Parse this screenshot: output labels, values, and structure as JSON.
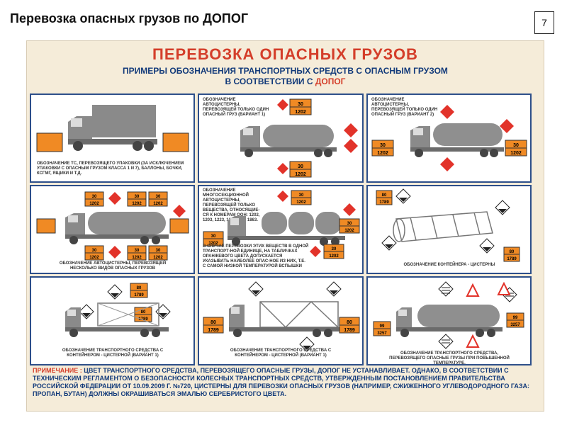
{
  "slide": {
    "title": "Перевозка опасных грузов по ДОПОГ",
    "page_number": "7"
  },
  "poster": {
    "title": "ПЕРЕВОЗКА ОПАСНЫХ ГРУЗОВ",
    "subtitle_line1": "ПРИМЕРЫ ОБОЗНАЧЕНИЯ ТРАНСПОРТНЫХ СРЕДСТВ С ОПАСНЫМ ГРУЗОМ",
    "subtitle_line2_prefix": "В СООТВЕТСТВИИ С",
    "subtitle_line2_red": "ДОПОГ",
    "panels": [
      {
        "caption": "ОБОЗНАЧЕНИЕ ТС, ПЕРЕВОЗЯЩЕГО УПАКОВКИ (ЗА ИСКЛЮЧЕНИЕМ УПАКОВКИ С ОПАСНЫМ ГРУЗОМ КЛАССА 1 И 7), БАЛЛОНЫ, БОЧКИ, КСГМГ, ЯЩИКИ И Т.Д."
      },
      {
        "caption": "ОБОЗНАЧЕНИЕ АВТОЦИСТЕРНЫ, ПЕРЕВОЗЯЩЕЙ ТОЛЬКО ОДИН ОПАСНЫЙ ГРУЗ (ВАРИАНТ 1)"
      },
      {
        "caption": "ОБОЗНАЧЕНИЕ АВТОЦИСТЕРНЫ, ПЕРЕВОЗЯЩЕЙ ТОЛЬКО ОДИН ОПАСНЫЙ ГРУЗ (ВАРИАНТ 2)"
      },
      {
        "caption": "ОБОЗНАЧЕНИЕ АВТОЦИСТЕРНЫ, ПЕРЕВОЗЯЩЕЙ НЕСКОЛЬКО ВИДОВ ОПАСНЫХ ГРУЗОВ"
      },
      {
        "caption_top": "ОБОЗНАЧЕНИЕ МНОГОСЕКЦИОННОЙ АВТОЦИСТЕРНЫ, ПЕРЕВОЗЯЩЕЙ ТОЛЬКО ВЕЩЕСТВА, ОТНОСЯЩИЕ-СЯ К НОМЕРАМ ООН: 1202, 1203, 1223, 1268 ИЛИ 1863.",
        "caption": "В СЛУЧАЕ ПЕРЕВОЗКИ ЭТИХ ВЕЩЕСТВ В ОДНОЙ ТРАНСПОРТ-НОЙ ЕДИНИЦЕ, НА ТАБЛИЧКАХ ОРАНЖЕВОГО ЦВЕТА ДОПУСКАЕТСЯ УКАЗЫВАТЬ НАИБОЛЕЕ ОПАС-НОЕ ИЗ НИХ, Т.Е. С САМОЙ НИЗКОЙ ТЕМПЕРАТУРОЙ ВСПЫШКИ"
      },
      {
        "caption": "ОБОЗНАЧЕНИЕ КОНТЕЙНЕРА - ЦИСТЕРНЫ"
      },
      {
        "caption": "ОБОЗНАЧЕНИЕ ТРАНСПОРТНОГО СРЕДСТВА С КОНТЕЙНЕРОМ - ЦИСТЕРНОЙ (ВАРИАНТ 1)"
      },
      {
        "caption": "ОБОЗНАЧЕНИЕ ТРАНСПОРТНОГО СРЕДСТВА С КОНТЕЙНЕРОМ - ЦИСТЕРНОЙ (ВАРИАНТ 1)"
      },
      {
        "caption": "ОБОЗНАЧЕНИЕ ТРАНСПОРТНОГО СРЕДСТВА, ПЕРЕВОЗЯЩЕГО ОПАСНЫЕ ГРУЗЫ ПРИ ПОВЫШЕННОЙ ТЕМПЕРАТУРЕ."
      }
    ],
    "plates": {
      "p1": "30",
      "p2": "1202",
      "c1": "80",
      "c2": "1789",
      "h1": "99",
      "h2": "3257"
    },
    "note_label": "ПРИМЕЧАНИЕ :",
    "note_text": "ЦВЕТ ТРАНСПОРТНОГО СРЕДСТВА, ПЕРЕВОЗЯЩЕГО ОПАСНЫЕ ГРУЗЫ, ДОПОГ НЕ УСТАНАВЛИВАЕТ. ОДНАКО, В СООТВЕТСТВИИ С ТЕХНИЧЕСКИМ РЕГЛАМЕНТОМ О БЕЗОПАСНОСТИ КОЛЕСНЫХ ТРАНСПОРТНЫХ СРЕДСТВ, УТВЕРЖДЕННЫМ ПОСТАНОВЛЕНИЕМ ПРАВИТЕЛЬСТВА РОССИЙСКОЙ ФЕДЕРАЦИИ ОТ 10.09.2009 Г. №720, ЦИСТЕРНЫ ДЛЯ ПЕРЕВОЗКИ ОПАСНЫХ ГРУЗОВ (НАПРИМЕР, СЖИЖЕННОГО УГЛЕВОДОРОДНОГО ГАЗА: ПРОПАН, БУТАН) ДОЛЖНЫ ОКРАШИВАТЬСЯ ЭМАЛЬЮ СЕРЕБРИСТОГО ЦВЕТА."
  },
  "colors": {
    "plate": "#f08a24",
    "diamond": "#e2332a",
    "panel_border": "#2d4f8a",
    "title": "#d43e2a",
    "subtitle": "#123a7a"
  }
}
